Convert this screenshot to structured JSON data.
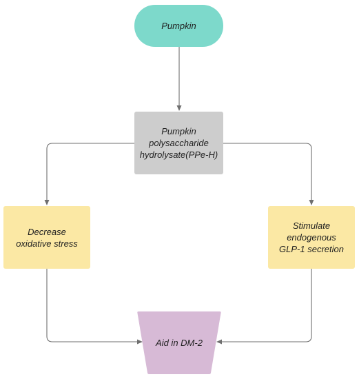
{
  "diagram": {
    "nodes": {
      "pumpkin": {
        "label": "Pumpkin",
        "shape": "rounded-pill",
        "color": "#7dd9cb"
      },
      "pph": {
        "label": "Pumpkin\npolysaccharide\nhydrolysate(PPe-H)",
        "shape": "rectangle",
        "color": "#cdcdcd"
      },
      "oxidative": {
        "label": "Decrease\noxidative stress",
        "shape": "rectangle",
        "color": "#fbe8a4"
      },
      "glp1": {
        "label": "Stimulate\nendogenous\nGLP-1 secretion",
        "shape": "rectangle",
        "color": "#fbe8a4"
      },
      "dm2": {
        "label": "Aid in DM-2",
        "shape": "trapezoid",
        "color": "#d7bad6"
      }
    },
    "edges": [
      {
        "from": "pumpkin",
        "to": "pph"
      },
      {
        "from": "pph",
        "to": "oxidative"
      },
      {
        "from": "pph",
        "to": "glp1"
      },
      {
        "from": "oxidative",
        "to": "dm2"
      },
      {
        "from": "glp1",
        "to": "dm2"
      }
    ],
    "connector_color": "#6f6f6f"
  }
}
